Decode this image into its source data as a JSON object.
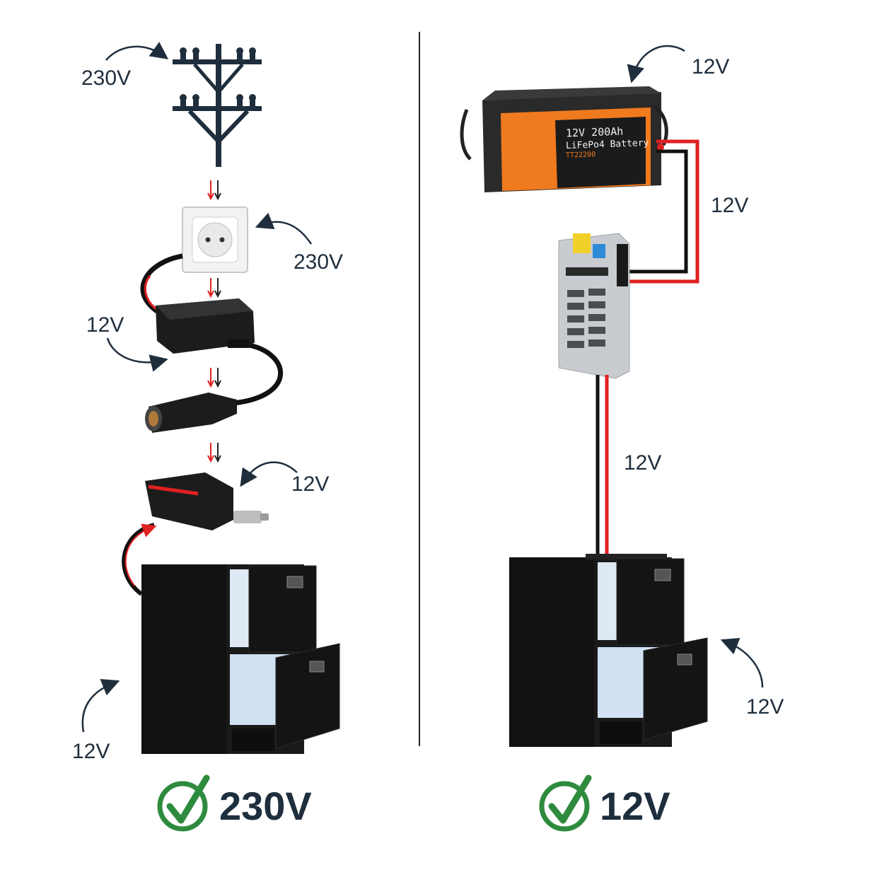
{
  "left": {
    "labels": {
      "pole": "230V",
      "socket": "230V",
      "adapter": "12V",
      "plug": "12V",
      "fridge": "12V"
    },
    "footer": "230V"
  },
  "right": {
    "labels": {
      "battery": "12V",
      "battery_cable": "12V",
      "fuse_cable": "12V",
      "fridge": "12V"
    },
    "battery_text": {
      "line1": "12V 200Ah",
      "line2": "LiFePo4 Battery",
      "model": "TT22200"
    },
    "footer": "12V"
  },
  "colors": {
    "text": "#1f2e3d",
    "check": "#2e8b3e",
    "wire_red": "#e02020",
    "wire_black": "#111111",
    "battery_orange": "#f07a1e"
  }
}
